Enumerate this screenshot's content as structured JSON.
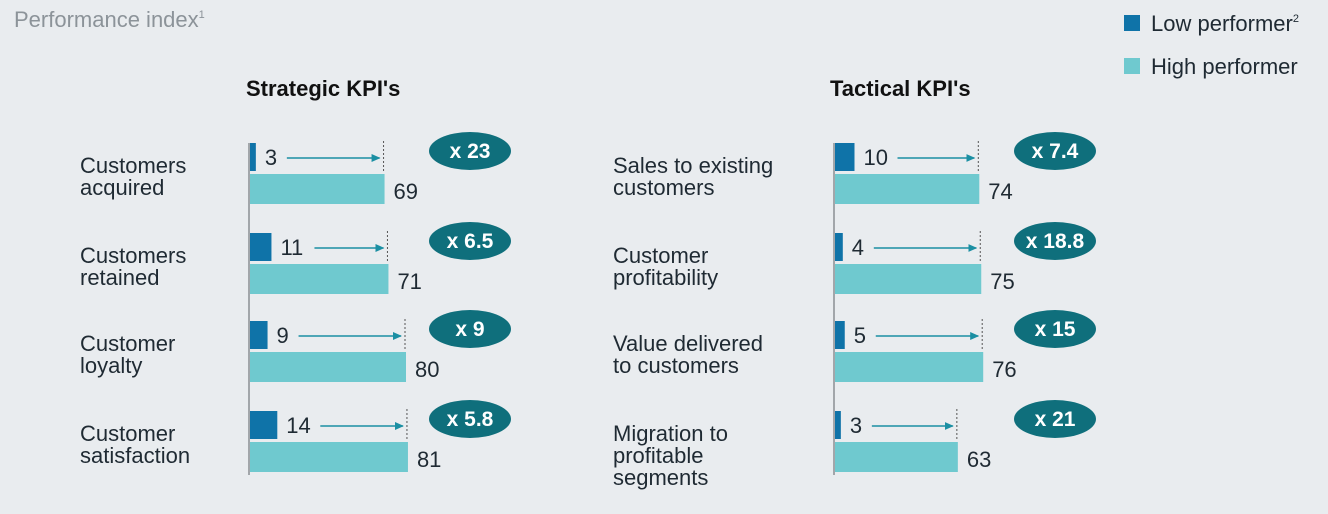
{
  "header": {
    "index_label": "Performance index",
    "index_footnote": "1"
  },
  "legend": {
    "items": [
      {
        "label": "Low performer",
        "footnote": "2",
        "color": "#0f73a8"
      },
      {
        "label": "High performer",
        "footnote": "",
        "color": "#6fc9cf"
      }
    ],
    "position": "top-right"
  },
  "colors": {
    "low": "#0f73a8",
    "high": "#6fc9cf",
    "badge": "#0f6f7c",
    "badge_text": "#ffffff",
    "arrow": "#1b8fa3",
    "axis": "#8a8f94",
    "background": "#e9ecef"
  },
  "chart_data": [
    {
      "type": "bar",
      "title": "Strategic KPI's",
      "categories": [
        [
          "Customers",
          "acquired"
        ],
        [
          "Customers",
          "retained"
        ],
        [
          "Customer",
          "loyalty"
        ],
        [
          "Customer",
          "satisfaction"
        ]
      ],
      "series": [
        {
          "name": "Low performer",
          "values": [
            3,
            11,
            9,
            14
          ]
        },
        {
          "name": "High performer",
          "values": [
            69,
            71,
            80,
            81
          ]
        }
      ],
      "multipliers": [
        "x 23",
        "x 6.5",
        "x 9",
        "x 5.8"
      ],
      "orientation": "horizontal"
    },
    {
      "type": "bar",
      "title": "Tactical KPI's",
      "categories": [
        [
          "Sales to existing",
          "customers"
        ],
        [
          "Customer",
          "profitability"
        ],
        [
          "Value delivered",
          "to customers"
        ],
        [
          "Migration to",
          "profitable",
          "segments"
        ]
      ],
      "series": [
        {
          "name": "Low performer",
          "values": [
            10,
            4,
            5,
            3
          ]
        },
        {
          "name": "High performer",
          "values": [
            74,
            75,
            76,
            63
          ]
        }
      ],
      "multipliers": [
        "x 7.4",
        "x 18.8",
        "x 15",
        "x 21"
      ],
      "orientation": "horizontal"
    }
  ]
}
